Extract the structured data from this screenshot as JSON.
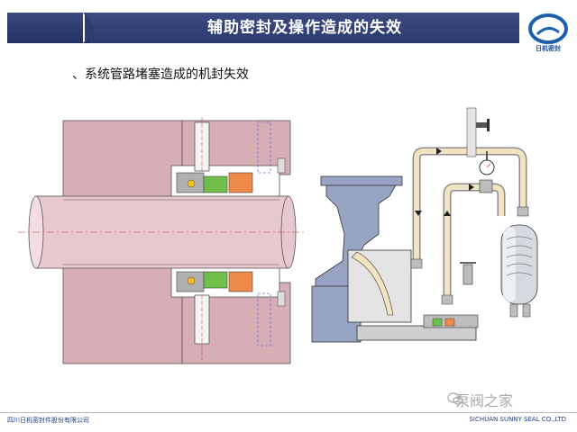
{
  "header": {
    "title": "辅助密封及操作造成的失效"
  },
  "logo": {
    "name": "company-logo",
    "text": "日机密封"
  },
  "subtitle": "、系统管路堵塞造成的机封失效",
  "footer": {
    "left_text": "四川日机密封件股份有限公司",
    "right_text": "SICHUAN SUNNY SEAL CO.,LTD"
  },
  "watermark": {
    "text": "泵阀之家",
    "icon": "wechat-icon"
  },
  "colors": {
    "header": "#2f3e72",
    "housing": "#d8aeb6",
    "shaft": "#e8c8cf",
    "pipe": "#f2e4c0",
    "pipe_outline": "#8c8c8c",
    "seal_green": "#6fbf4a",
    "seal_orange": "#f08a4b",
    "pump_blue": "#98a4c4"
  }
}
